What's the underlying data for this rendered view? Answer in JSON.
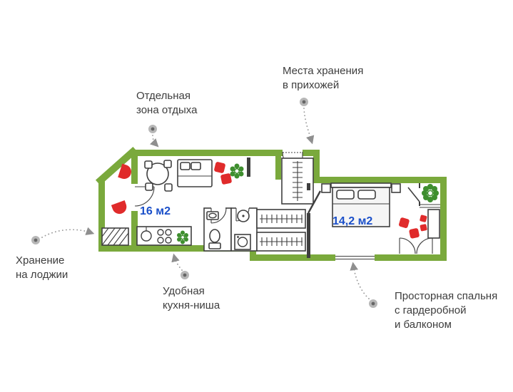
{
  "colors": {
    "wall": "#7aa93c",
    "red": "#e02b2b",
    "blue": "#1a4fc9",
    "text": "#3d3d3d",
    "callout": "#9a9a9a",
    "line": "#3f3f3f",
    "plant": "#3e8e2e",
    "bed_fill": "#f5f5f5"
  },
  "annotations": {
    "hall_storage": {
      "text": "Места хранения\nв прихожей"
    },
    "rest_area": {
      "text": "Отдельная\nзона отдыха"
    },
    "loggia_storage": {
      "text": "Хранение\nна лоджии"
    },
    "kitchen": {
      "text": "Удобная\nкухня-ниша"
    },
    "bedroom": {
      "text": "Просторная спальня\nс гардеробной\nи балконом"
    }
  },
  "rooms": {
    "living": {
      "area": "16 м2"
    },
    "bedroom": {
      "area": "14,2 м2"
    }
  }
}
